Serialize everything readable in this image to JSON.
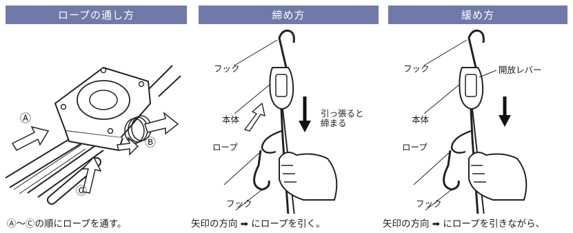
{
  "panels": [
    {
      "header": "ロープの通し方",
      "caption": "Ⓐ～Ⓒの順にロープを通す。",
      "markers": [
        "Ⓐ",
        "Ⓑ",
        "Ⓒ"
      ]
    },
    {
      "header": "締め方",
      "caption": "矢印の方向 ➡ にロープを引く。",
      "labels": {
        "hook_top": "フック",
        "body": "本体",
        "rope": "ロープ",
        "hook_bottom": "フック",
        "pull_line1": "引っ張ると",
        "pull_line2": "締まる"
      }
    },
    {
      "header": "緩め方",
      "caption": "矢印の方向 ➡ にロープを引きながら、",
      "labels": {
        "hook_top": "フック",
        "release_lever": "開放レバー",
        "body": "本体",
        "rope": "ロープ",
        "hook_bottom": "フック"
      }
    }
  ]
}
